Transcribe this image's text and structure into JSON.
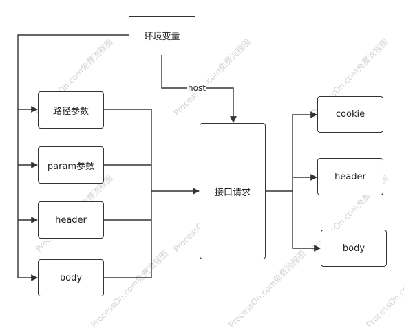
{
  "nodes": {
    "env_vars": "环境变量",
    "path_params": "路径参数",
    "param_params": "param参数",
    "header_in": "header",
    "body_in": "body",
    "api_request": "接口请求",
    "cookie_out": "cookie",
    "header_out": "header",
    "body_out": "body"
  },
  "edges": {
    "host_label": "host"
  },
  "watermark": "ProcessOn.com免费流程图",
  "colors": {
    "stroke": "#333333",
    "watermark": "#d4d4d4"
  }
}
